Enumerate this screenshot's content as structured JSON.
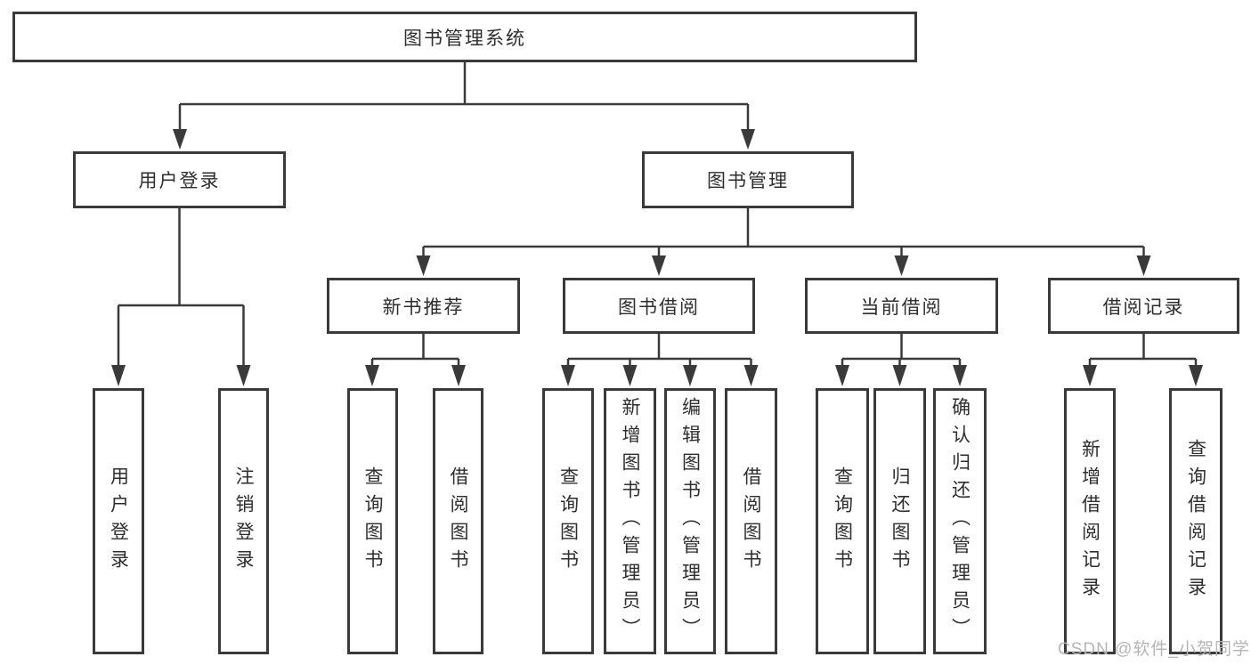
{
  "diagram_title": "图书管理系统",
  "tree": {
    "root": {
      "label": "图书管理系统"
    },
    "branches": [
      {
        "label": "用户登录",
        "children": [
          {
            "label": "用户登录"
          },
          {
            "label": "注销登录"
          }
        ]
      },
      {
        "label": "图书管理",
        "children": [
          {
            "label": "新书推荐",
            "children": [
              {
                "label": "查询图书"
              },
              {
                "label": "借阅图书"
              }
            ]
          },
          {
            "label": "图书借阅",
            "children": [
              {
                "label": "查询图书"
              },
              {
                "label": "新增图书（管理员）"
              },
              {
                "label": "编辑图书（管理员）"
              },
              {
                "label": "借阅图书"
              }
            ]
          },
          {
            "label": "当前借阅",
            "children": [
              {
                "label": "查询图书"
              },
              {
                "label": "归还图书"
              },
              {
                "label": "确认归还（管理员）"
              }
            ]
          },
          {
            "label": "借阅记录",
            "children": [
              {
                "label": "新增借阅记录"
              },
              {
                "label": "查询借阅记录"
              }
            ]
          }
        ]
      }
    ]
  },
  "watermark": {
    "text": "CSDN @软件_小贺同学",
    "color": "#b5b5b5"
  },
  "colors": {
    "line": "#3a3a3a",
    "text": "#2e2e2e",
    "background": "#ffffff"
  }
}
